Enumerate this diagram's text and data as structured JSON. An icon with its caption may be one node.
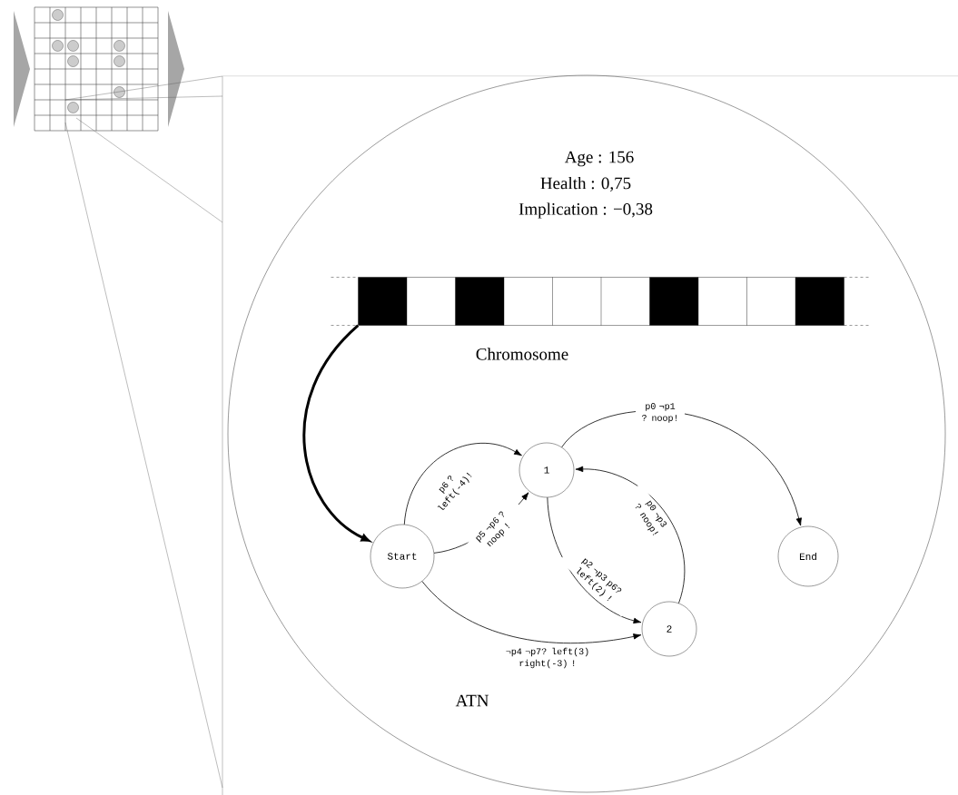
{
  "diagram": {
    "nodes": [
      {
        "text": [],
        "shape": "circle"
      },
      {
        "text": [],
        "shape": "bar",
        "in": 0
      },
      {
        "text": [
          "Start"
        ],
        "in": 0
      },
      {
        "text": [
          "1"
        ],
        "in": 0
      },
      {
        "text": [
          "2"
        ],
        "in": 0
      },
      {
        "text": [
          "End"
        ],
        "in": 0
      }
    ],
    "edges": [
      {
        "from": 1,
        "to": 2,
        "arrow": "to",
        "style": "thick"
      },
      {
        "from": 2,
        "to": 3,
        "arrow": "to",
        "label": "p6 ? left(-4)!"
      },
      {
        "from": 2,
        "to": 3,
        "arrow": "to",
        "label": "p5 ¬p6 ? noop !"
      },
      {
        "from": 3,
        "to": 5,
        "arrow": "to",
        "label": "p0 ¬p1 ? noop!"
      },
      {
        "from": 3,
        "to": 4,
        "arrow": "to",
        "label": "p2 ¬p3 p6? left(2) !"
      },
      {
        "from": 4,
        "to": 3,
        "arrow": "to",
        "label": "p0 ¬p3 ? noop!"
      },
      {
        "from": 2,
        "to": 4,
        "arrow": "to",
        "label": "¬p4 ¬p7? left(3) right(-3) !"
      }
    ],
    "labels": [
      "Age : 156",
      "Health : 0,75",
      "Implication : −0,38",
      "Chromosome",
      "ATN"
    ]
  }
}
